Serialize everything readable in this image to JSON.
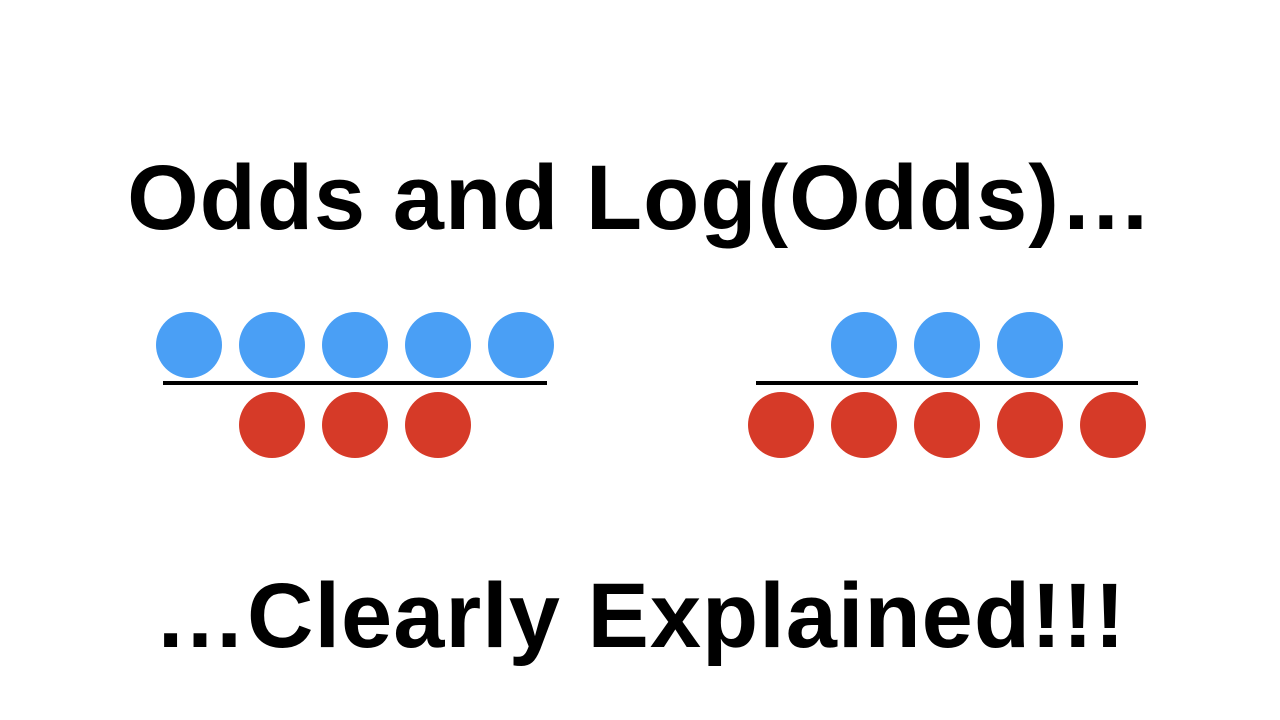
{
  "title": "Odds and Log(Odds)…",
  "subtitle": "…Clearly Explained!!!",
  "colors": {
    "background": "#ffffff",
    "text": "#000000",
    "blue": "#4a9ff5",
    "red": "#d63a28",
    "bar": "#000000"
  },
  "ratios": [
    {
      "numerator_blue": 5,
      "denominator_red": 3
    },
    {
      "numerator_blue": 3,
      "denominator_red": 5
    }
  ]
}
